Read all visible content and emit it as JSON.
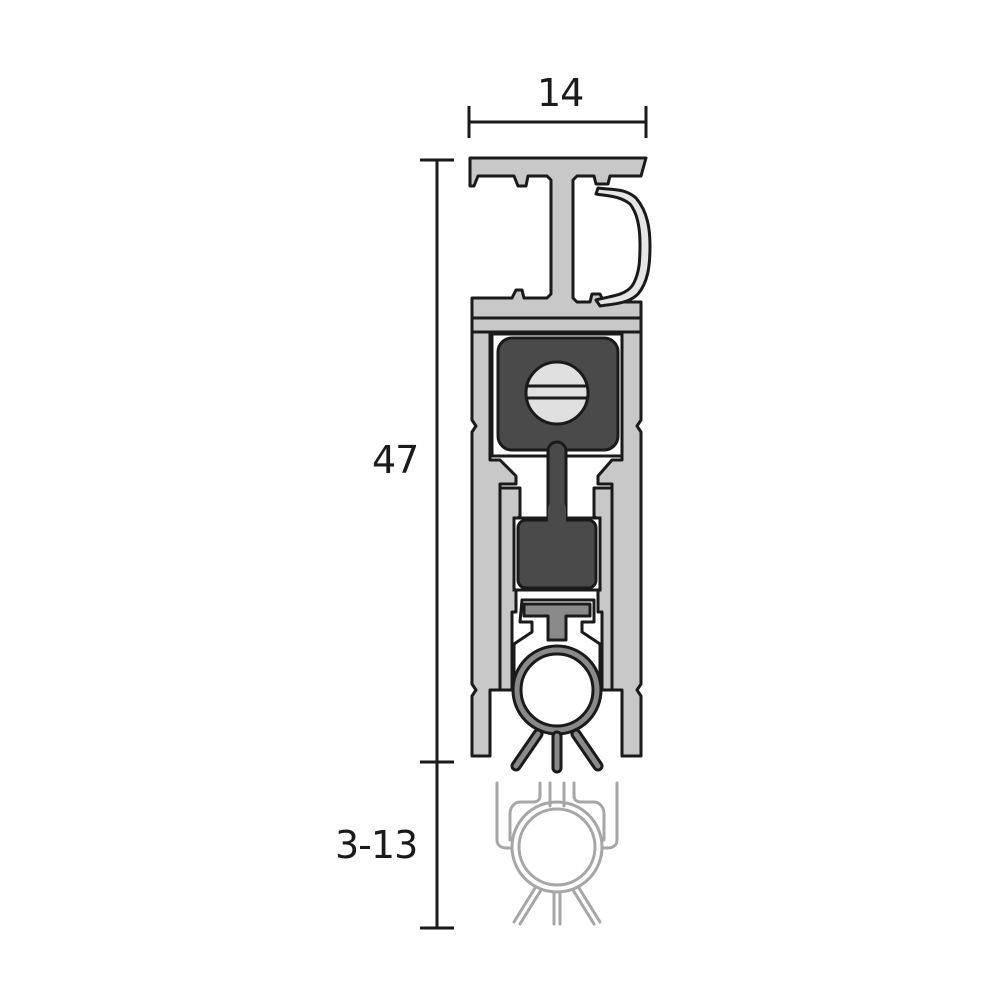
{
  "diagram": {
    "type": "technical-cross-section",
    "subject": "automatic drop-down door seal profile",
    "dimensions": {
      "width": {
        "label": "14",
        "unit": "mm"
      },
      "height": {
        "label": "47",
        "unit": "mm"
      },
      "drop_range": {
        "label": "3-13",
        "unit": "mm"
      }
    },
    "components": [
      {
        "id": "housing",
        "name": "Aluminium housing profile",
        "state": "retracted"
      },
      {
        "id": "mounting-channel",
        "name": "Top mounting channel with D-shaped clip"
      },
      {
        "id": "carrier-block",
        "name": "Dark carrier block with slotted screw"
      },
      {
        "id": "adjusting-screw",
        "name": "Slotted adjusting screw"
      },
      {
        "id": "plunger",
        "name": "Plunger rod and lower block"
      },
      {
        "id": "seal-holder",
        "name": "T-shaped seal holder"
      },
      {
        "id": "tubular-seal",
        "name": "Tubular rubber seal with three lips",
        "state": "retracted"
      },
      {
        "id": "ghost-seal",
        "name": "Tubular seal in dropped position",
        "state": "extended"
      }
    ],
    "colors": {
      "outline": "#1a1a1a",
      "aluminium": "#c8c8c8",
      "light-fill": "#e6e6e6",
      "dark-block": "#4a4a4a",
      "seal": "#8a8a8a",
      "ghost": "#a6a6a6",
      "background": "#ffffff"
    }
  }
}
